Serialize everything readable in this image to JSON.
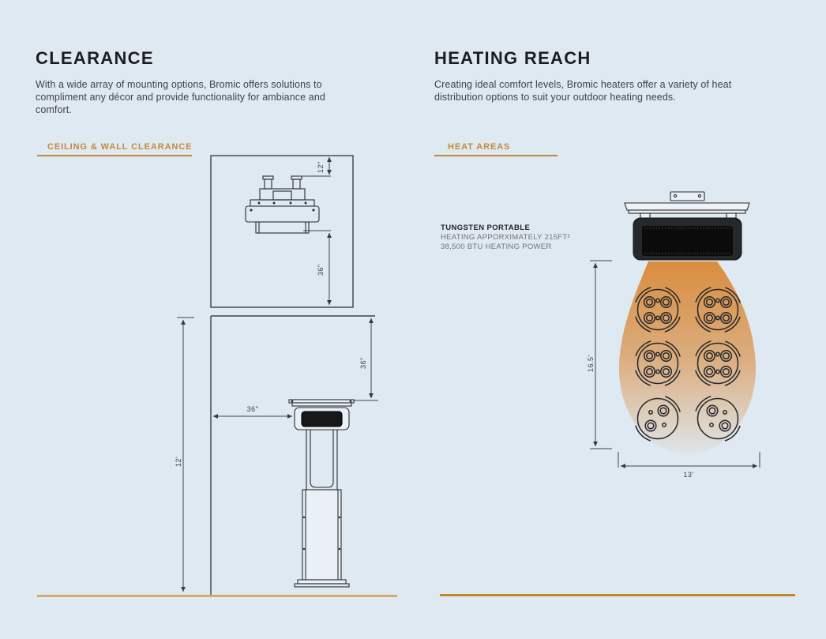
{
  "page": {
    "background": "#dfe9f2",
    "accent": "#c28a3a",
    "heat_color": "#d98836"
  },
  "left": {
    "title": "CLEARANCE",
    "description": "With a wide array of mounting options, Bromic offers solutions to compliment any décor and provide functionality for ambiance and comfort.",
    "section_label": "CEILING & WALL CLEARANCE",
    "ceiling_diagram": {
      "mount_drop": "12\"",
      "clearance_below": "36\""
    },
    "floor_diagram": {
      "ceiling_clearance": "36\"",
      "wall_clearance": "36\"",
      "height": "12'"
    }
  },
  "right": {
    "title": "HEATING REACH",
    "description": "Creating ideal comfort levels, Bromic heaters offer a variety of heat distribution options to suit your outdoor heating needs.",
    "section_label": "HEAT AREAS",
    "product": {
      "name": "TUNGSTEN PORTABLE",
      "spec_area": "HEATING APPORXIMATELY 215FT²",
      "spec_power": "38,500 BTU HEATING POWER"
    },
    "heat_diagram": {
      "length": "16.5'",
      "width": "13'"
    }
  }
}
